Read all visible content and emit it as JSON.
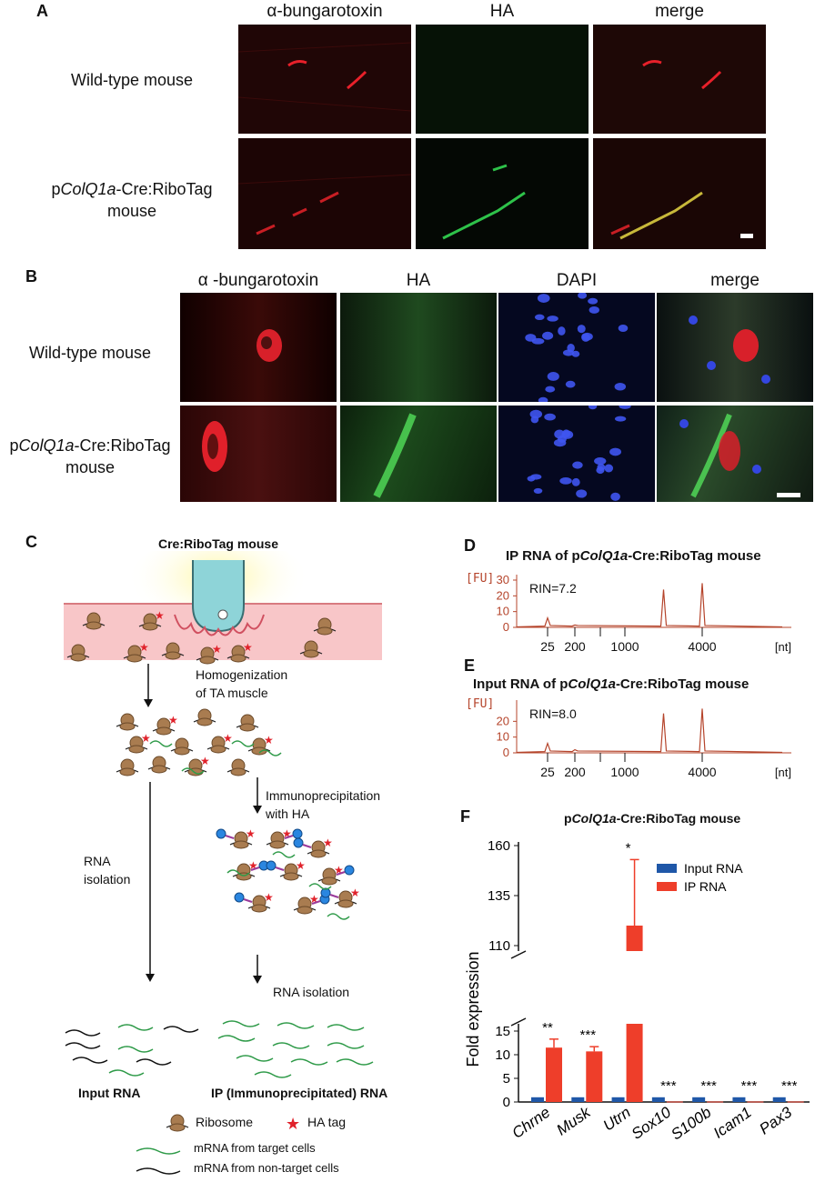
{
  "panel_a": {
    "label": "A",
    "col_titles": [
      "α-bungarotoxin",
      "HA",
      "merge"
    ],
    "row_labels": [
      {
        "line1": "Wild-type mouse",
        "line2": ""
      },
      {
        "prefix": "p",
        "italic": "ColQ1a",
        "suffix": "-Cre:RiboTag",
        "line2": "mouse"
      }
    ]
  },
  "panel_b": {
    "label": "B",
    "col_titles": [
      "α -bungarotoxin",
      "HA",
      "DAPI",
      "merge"
    ],
    "row_labels": [
      {
        "line1": "Wild-type mouse",
        "line2": ""
      },
      {
        "prefix": "p",
        "italic": "ColQ1a",
        "suffix": "-Cre:RiboTag",
        "line2": "mouse"
      }
    ]
  },
  "panel_c": {
    "label": "C",
    "title": "Cre:RiboTag mouse",
    "steps": {
      "homogenization_line1": "Homogenization",
      "homogenization_line2": "of TA muscle",
      "ip_line1": "Immunoprecipitation",
      "ip_line2": "with HA",
      "rna_isolation_left_line1": "RNA",
      "rna_isolation_left_line2": "isolation",
      "rna_isolation_right": "RNA isolation"
    },
    "outputs": {
      "input": "Input RNA",
      "ip": "IP (Immunoprecipitated) RNA"
    },
    "legend": {
      "ribosome": "Ribosome",
      "ha_tag": "HA tag",
      "mrna_target": "mRNA from target cells",
      "mrna_nontarget": "mRNA from non-target cells"
    },
    "colors": {
      "ribosome": "#a97c50",
      "ha_tag": "#e0222b",
      "mrna_target": "#2e9a48",
      "mrna_nontarget": "#111111"
    }
  },
  "panel_d": {
    "label": "D",
    "title_prefix": "IP RNA of p",
    "title_italic": "ColQ1a",
    "title_suffix": "-Cre:RiboTag mouse",
    "y_unit": "[FU]",
    "x_unit": "[nt]",
    "rin": "RIN=7.2",
    "y_ticks": [
      "0",
      "10",
      "20",
      "30"
    ],
    "x_ticks": [
      "25",
      "200",
      "1000",
      "4000"
    ],
    "color": "#b5442b"
  },
  "panel_e": {
    "label": "E",
    "title_prefix": "Input RNA of p",
    "title_italic": "ColQ1a",
    "title_suffix": "-Cre:RiboTag mouse",
    "y_unit": "[FU]",
    "x_unit": "[nt]",
    "rin": "RIN=8.0",
    "y_ticks": [
      "0",
      "10",
      "20"
    ],
    "x_ticks": [
      "25",
      "200",
      "1000",
      "4000"
    ],
    "color": "#b5442b"
  },
  "panel_f": {
    "label": "F",
    "title_prefix": "p",
    "title_italic": "ColQ1a",
    "title_suffix": "-Cre:RiboTag mouse",
    "ylabel": "Fold expression",
    "legend": [
      "Input RNA",
      "IP RNA"
    ],
    "colors": {
      "input": "#1f57a8",
      "ip": "#ee3e2a"
    }
  },
  "chart_data": [
    {
      "type": "line",
      "title": "IP RNA of pColQ1a-Cre:RiboTag mouse",
      "xlabel": "[nt]",
      "ylabel": "[FU]",
      "annotation": "RIN=7.2",
      "x_ticks": [
        25,
        200,
        1000,
        4000
      ],
      "ylim": [
        0,
        30
      ],
      "peaks": [
        {
          "x": 25,
          "y": 6
        },
        {
          "x": 200,
          "y": 1.5
        },
        {
          "x": 2000,
          "y": 24
        },
        {
          "x": 4000,
          "y": 28
        }
      ]
    },
    {
      "type": "line",
      "title": "Input RNA of pColQ1a-Cre:RiboTag mouse",
      "xlabel": "[nt]",
      "ylabel": "[FU]",
      "annotation": "RIN=8.0",
      "x_ticks": [
        25,
        200,
        1000,
        4000
      ],
      "ylim": [
        0,
        30
      ],
      "peaks": [
        {
          "x": 25,
          "y": 6
        },
        {
          "x": 200,
          "y": 2
        },
        {
          "x": 2000,
          "y": 25
        },
        {
          "x": 4000,
          "y": 28
        }
      ]
    },
    {
      "type": "bar",
      "title": "pColQ1a-Cre:RiboTag mouse",
      "ylabel": "Fold expression",
      "categories": [
        "Chrne",
        "Musk",
        "Utrn",
        "Sox10",
        "S100b",
        "Icam1",
        "Pax3"
      ],
      "series": [
        {
          "name": "Input RNA",
          "values": [
            1,
            1,
            1,
            1,
            1,
            1,
            1
          ]
        },
        {
          "name": "IP RNA",
          "values": [
            11.5,
            10.7,
            120,
            0.1,
            0.1,
            0.1,
            0.1
          ],
          "errors": [
            1.8,
            1.0,
            33,
            0,
            0,
            0,
            0
          ]
        }
      ],
      "significance": [
        "**",
        "***",
        "*",
        "***",
        "***",
        "***",
        "***"
      ],
      "y_ticks_lower": [
        0,
        5,
        10,
        15
      ],
      "y_ticks_upper": [
        110,
        135,
        160
      ],
      "axis_break": [
        15,
        110
      ]
    }
  ]
}
